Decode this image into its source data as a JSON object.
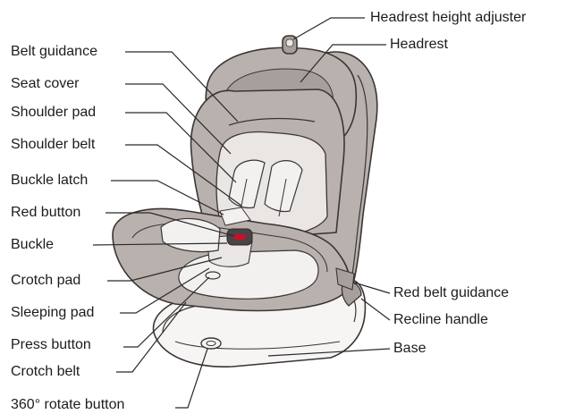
{
  "colors": {
    "shell": "#b9b1ad",
    "shell_dark": "#a79f9b",
    "pad": "#e9e6e4",
    "pad_light": "#f3f1ef",
    "base": "#f6f5f4",
    "outline": "#3a3535",
    "buckle_red": "#c8102e",
    "leader": "#2a2a2a"
  },
  "labels": {
    "headrest_height_adjuster": "Headrest height adjuster",
    "headrest": "Headrest",
    "belt_guidance": "Belt guidance",
    "seat_cover": "Seat cover",
    "shoulder_pad": "Shoulder pad",
    "shoulder_belt": "Shoulder belt",
    "buckle_latch": "Buckle latch",
    "red_button": "Red button",
    "buckle": "Buckle",
    "crotch_pad": "Crotch pad",
    "sleeping_pad": "Sleeping pad",
    "press_button": "Press button",
    "crotch_belt": "Crotch belt",
    "rotate_button": "360°  rotate button",
    "red_belt_guidance": "Red belt guidance",
    "recline_handle": "Recline handle",
    "base": "Base"
  }
}
